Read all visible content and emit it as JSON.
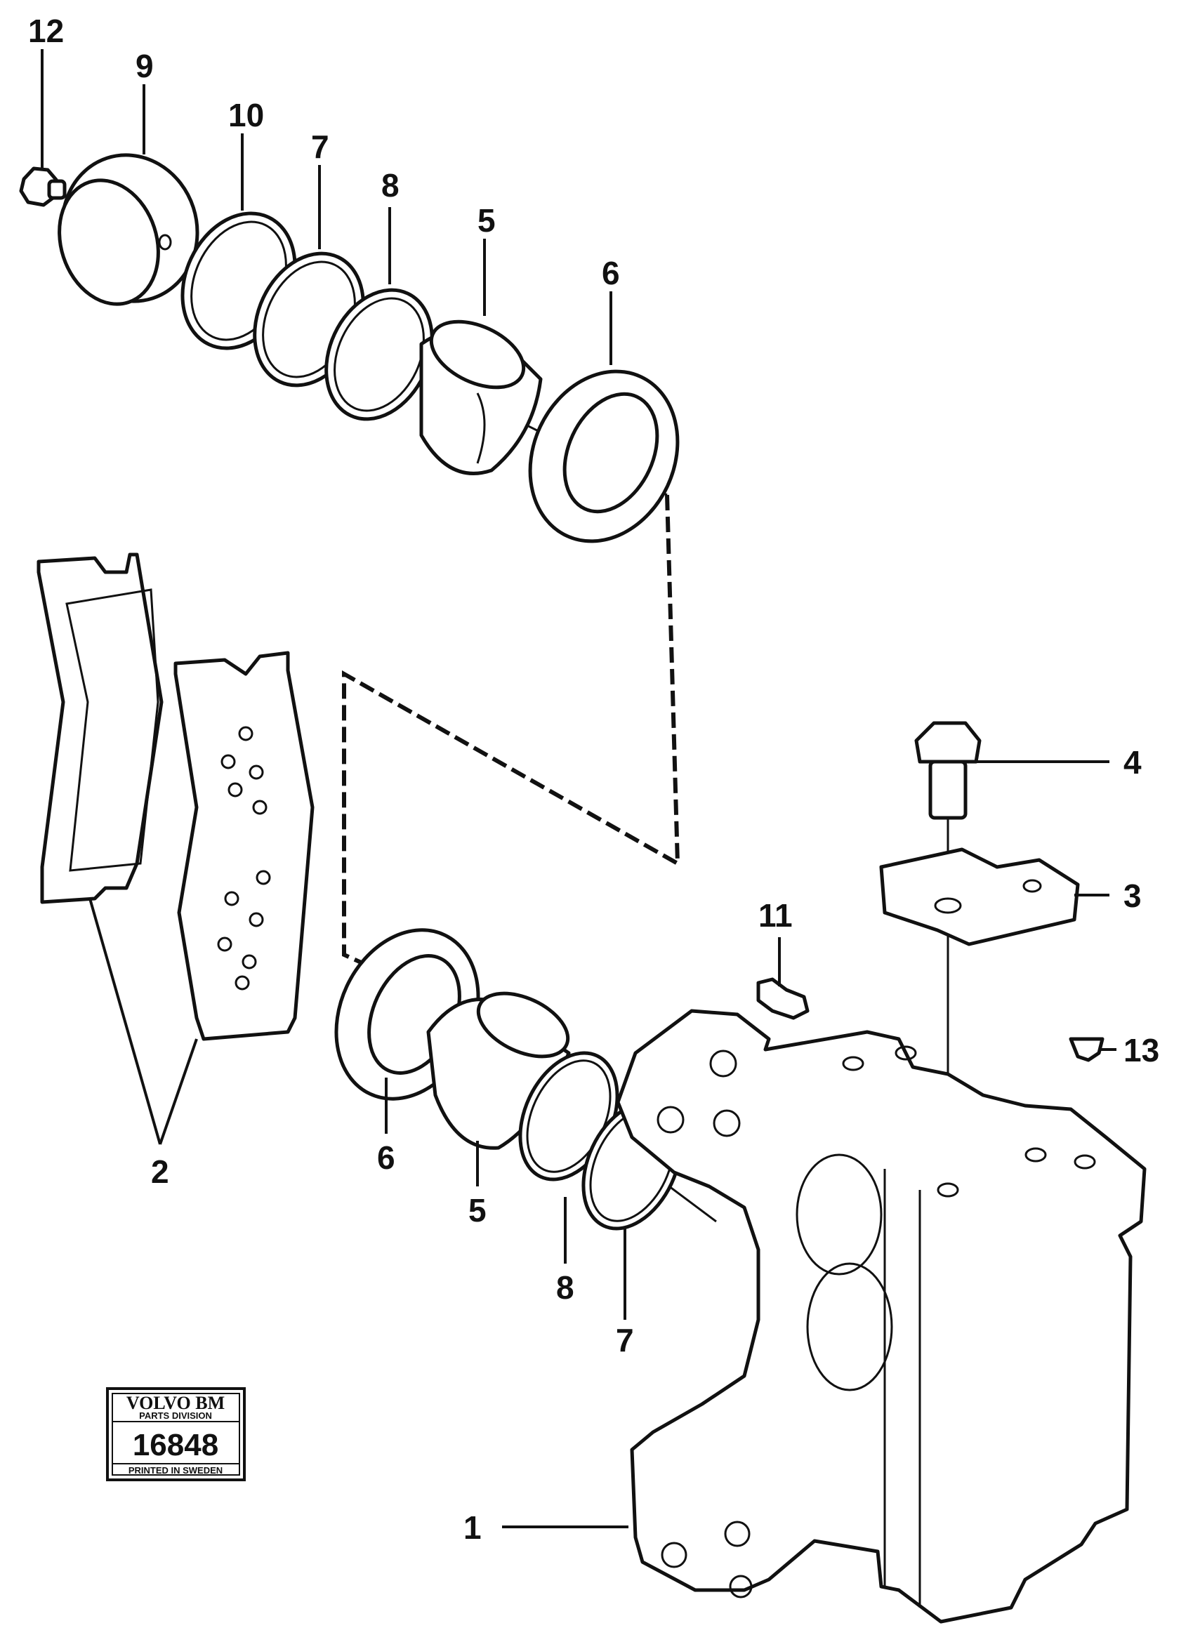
{
  "callouts": {
    "c1": "1",
    "c2": "2",
    "c3": "3",
    "c4": "4",
    "c5_top": "5",
    "c5_bottom": "5",
    "c6_top": "6",
    "c6_bottom": "6",
    "c7_top": "7",
    "c7_bottom": "7",
    "c8_top": "8",
    "c8_bottom": "8",
    "c9": "9",
    "c10": "10",
    "c11": "11",
    "c12": "12",
    "c13": "13"
  },
  "stamp": {
    "brand": "VOLVO BM",
    "division": "PARTS DIVISION",
    "number": "16848",
    "footer": "PRINTED IN SWEDEN"
  }
}
